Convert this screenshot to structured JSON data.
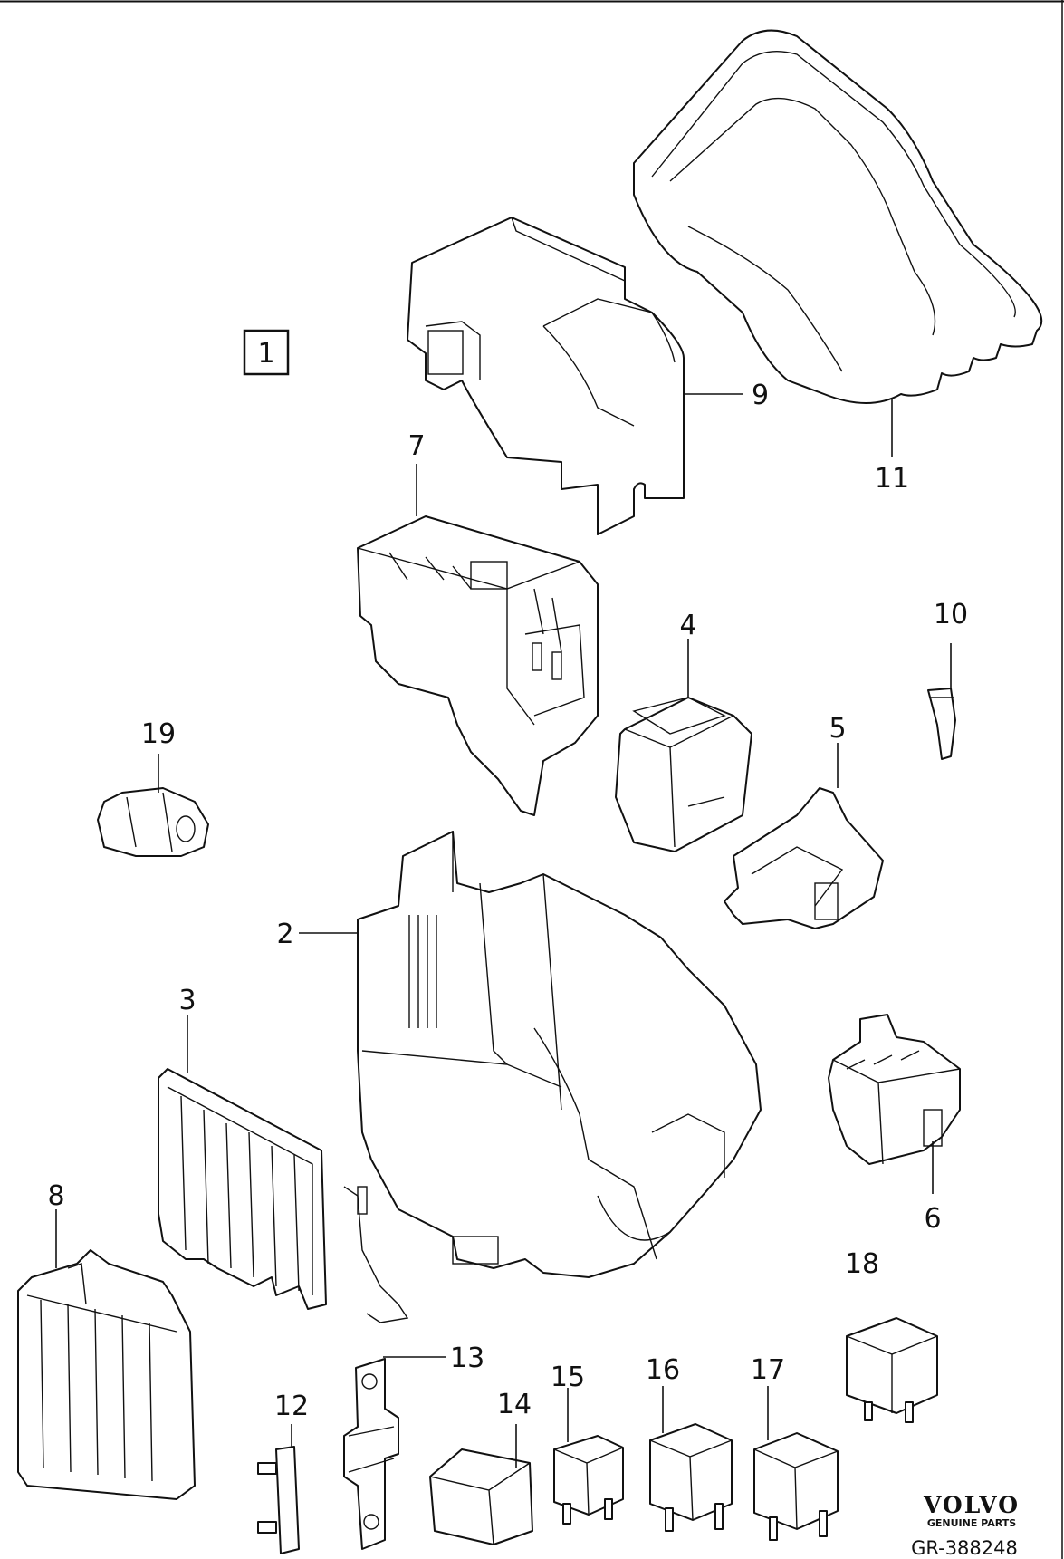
{
  "diagram": {
    "assembly_label": "1",
    "callouts": {
      "c2": "2",
      "c3": "3",
      "c4": "4",
      "c5": "5",
      "c6": "6",
      "c7": "7",
      "c8": "8",
      "c9": "9",
      "c10": "10",
      "c11": "11",
      "c12": "12",
      "c13": "13",
      "c14": "14",
      "c15": "15",
      "c16": "16",
      "c17": "17",
      "c18": "18",
      "c19": "19"
    },
    "brand": {
      "name": "VOLVO",
      "tagline": "GENUINE PARTS"
    },
    "reference": "GR-388248"
  }
}
